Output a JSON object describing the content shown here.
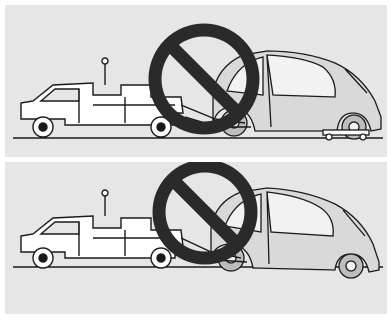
{
  "figure": {
    "panels": [
      {
        "id": "top",
        "scene": "tow-truck-lifting-car-rear-wheels-with-front-dolly",
        "status": "prohibited"
      },
      {
        "id": "bottom",
        "scene": "tow-truck-lifting-car-rear-wheels",
        "status": "prohibited"
      }
    ],
    "colors": {
      "background": "#e6e6e6",
      "prohibition_sign": "#2a2a2a",
      "line_art": "#1a1a1a",
      "truck_fill": "#ffffff",
      "car_fill": "#d9d9d9"
    },
    "icons": [
      "tow-truck-icon",
      "car-icon",
      "prohibition-sign-icon",
      "wheel-dolly-icon"
    ]
  }
}
